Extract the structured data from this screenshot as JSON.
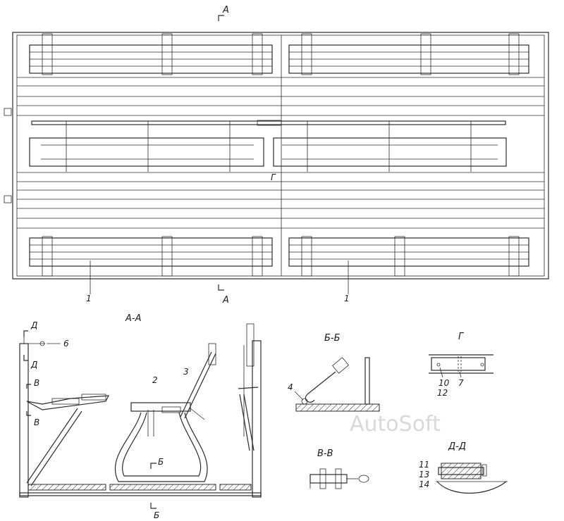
{
  "labels": {
    "section_a_top": "А",
    "section_a_bottom": "А",
    "item_1_left": "1",
    "item_1_right": "1",
    "view_g_mark": "Г",
    "section_aa_title": "А-А",
    "section_d_mark_top": "Д",
    "section_d_mark_bottom": "Д",
    "item_6": "6",
    "section_v_mark_top": "В",
    "section_v_mark_bottom": "В",
    "item_2": "2",
    "item_3": "3",
    "section_b_mark_top": "Б",
    "section_b_mark_bottom": "Б",
    "section_bb_title": "Б-Б",
    "item_4": "4",
    "view_g_title": "Г",
    "item_10": "10",
    "item_7": "7",
    "item_12": "12",
    "section_vv_title": "В-В",
    "section_dd_title": "Д-Д",
    "item_11": "11",
    "item_13": "13",
    "item_14": "14"
  },
  "watermark": "AutoSoft"
}
